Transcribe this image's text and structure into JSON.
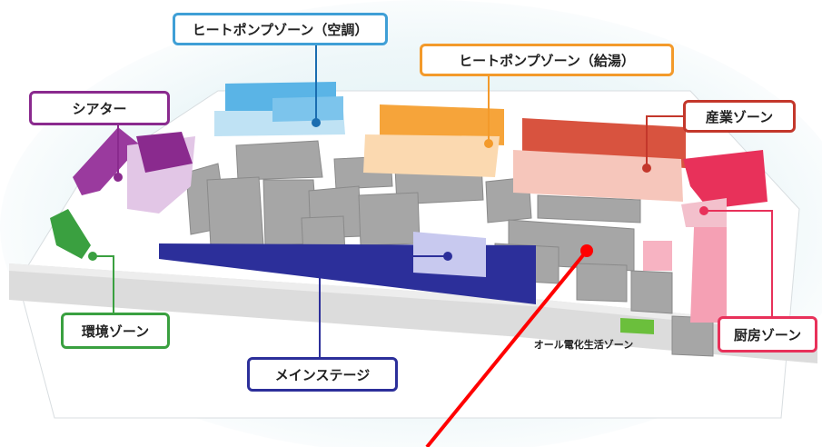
{
  "colors": {
    "hp_aircon": "#3f9fd6",
    "hp_water": "#f39a2b",
    "theater": "#8a2a8e",
    "industry": "#d14a3a",
    "kitchen": "#e8315a",
    "environment": "#3aa040",
    "main_stage": "#2c2f9a",
    "all_electric": "#6bbf3c",
    "pointer": "#ff0000"
  },
  "labels": {
    "hp_aircon": "ヒートポンプゾーン（空調）",
    "hp_water": "ヒートポンプゾーン（給湯）",
    "theater": "シアター",
    "industry": "産業ゾーン",
    "environment": "環境ゾーン",
    "main_stage": "メインステージ",
    "all_electric": "オール電化生活ゾーン",
    "kitchen": "厨房ゾーン"
  }
}
